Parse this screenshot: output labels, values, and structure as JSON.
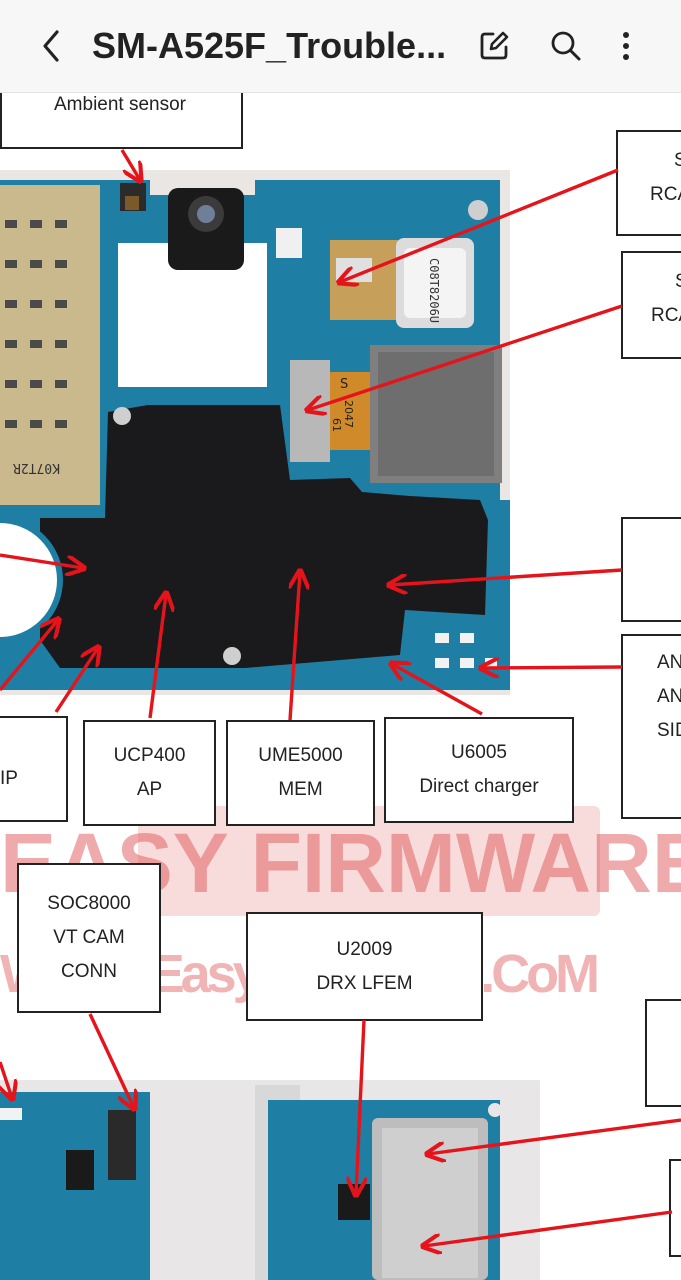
{
  "app_bar": {
    "title": "SM-A525F_Trouble...",
    "back_icon": "back-arrow-icon",
    "edit_icon": "edit-pencil-icon",
    "search_icon": "search-icon",
    "more_icon": "more-vertical-icon"
  },
  "document": {
    "watermark": {
      "line1": "EASY FIRMWARE",
      "line2": "WWW.Easy-Firmware.CoM",
      "color": "#e05a5a"
    },
    "labels": {
      "ambient_sensor": "Ambient sensor",
      "ucp400_code": "UCP400",
      "ucp400_name": "AP",
      "ume5000_code": "UME5000",
      "ume5000_name": "MEM",
      "u6005_code": "U6005",
      "u6005_name": "Direct charger",
      "soc8000_code": "SOC8000",
      "soc8000_line2": "VT CAM",
      "soc8000_line3": "CONN",
      "u2009_code": "U2009",
      "u2009_name": "DRX LFEM",
      "partial_left_ip": "IP",
      "partial_top_right_1": "S",
      "partial_top_right_1b": "RCA",
      "partial_top_right_2": "S",
      "partial_top_right_2b": "RCA",
      "partial_right_an1": "AN",
      "partial_right_an2": "AN",
      "partial_right_sid": "SID"
    },
    "board_printed_text": [
      "C08T8206U",
      "S",
      "2047",
      "61",
      "K07T2R"
    ],
    "arrow_color": "#e5141b",
    "board_color": "#1e7ea3",
    "shield_color": "#1a1a1c"
  }
}
